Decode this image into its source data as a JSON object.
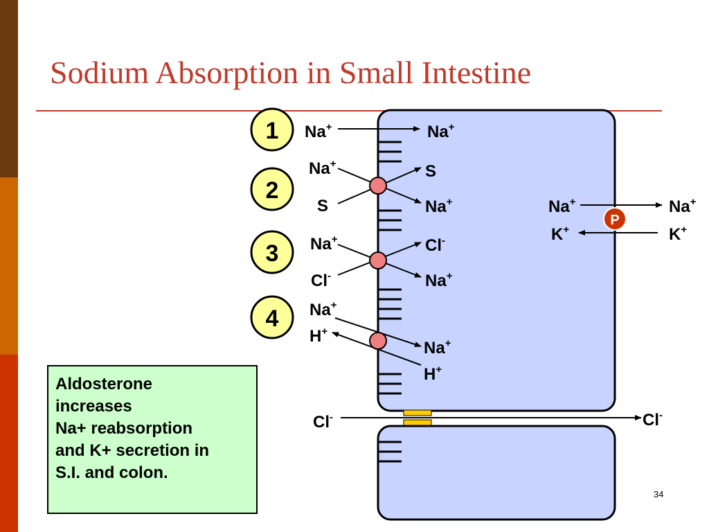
{
  "title": "Sodium Absorption in Small Intestine",
  "colors": {
    "bar_top": "#6b3a0f",
    "bar_mid": "#cc6600",
    "bar_bottom": "#cc3300",
    "title": "#c0392b",
    "cell": "#c8d4ff",
    "carrier": "#f08080",
    "pump": "#cc3300",
    "number_circle": "#ffff99",
    "note_bg": "#ccffcc",
    "junction": "#ffcc00"
  },
  "steps": {
    "s1": "1",
    "s2": "2",
    "s3": "3",
    "s4": "4"
  },
  "ions": {
    "na": "Na",
    "plus": "+",
    "minus": "-",
    "s": "S",
    "cl": "Cl",
    "k": "K",
    "h": "H"
  },
  "pump_label": "P",
  "note": {
    "line1": "Aldosterone",
    "line2": "increases",
    "line3": "Na+ reabsorption",
    "line4": "and K+ secretion in",
    "line5": "S.I. and colon."
  },
  "page_number": "34"
}
